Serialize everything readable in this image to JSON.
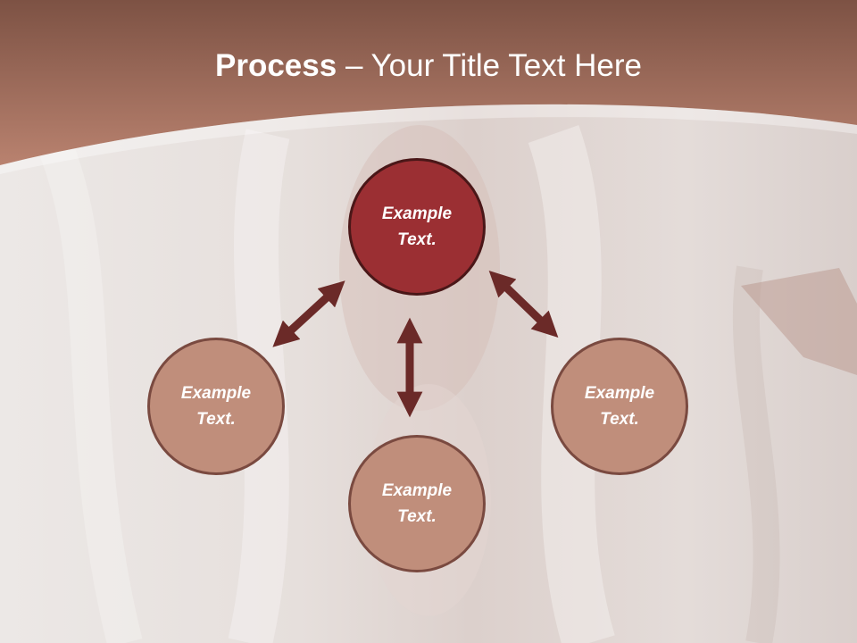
{
  "title": {
    "bold": "Process",
    "separator": " – ",
    "rest": "Your Title Text Here"
  },
  "nodes": {
    "top": {
      "line1": "Example",
      "line2": "Text."
    },
    "left": {
      "line1": "Example",
      "line2": "Text."
    },
    "bottom": {
      "line1": "Example",
      "line2": "Text."
    },
    "right": {
      "line1": "Example",
      "line2": "Text."
    }
  },
  "colors": {
    "header": "#a0604f",
    "main_node": "#9b2f33",
    "sub_node": "#c08e7b",
    "arrow": "#6b2a28"
  }
}
